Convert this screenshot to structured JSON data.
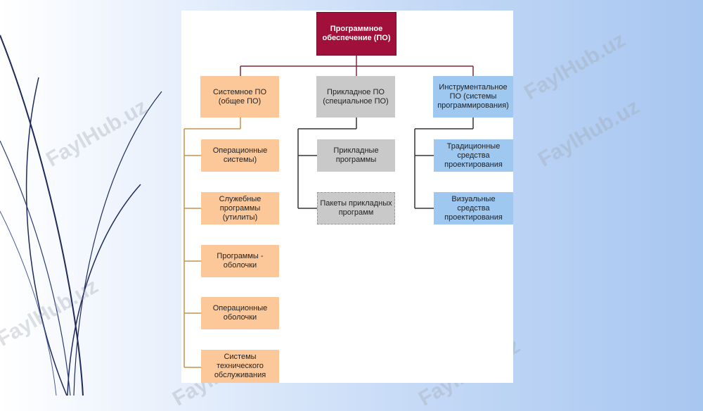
{
  "watermark": "FaylHub.uz",
  "root": "Программное обеспечение (ПО)",
  "categories": {
    "system": "Системное ПО (общее ПО)",
    "applied": "Прикладное ПО (специальное ПО)",
    "tools": "Инструментальное ПО (системы программирования)"
  },
  "system_items": [
    "Операционные системы)",
    "Служебные программы (утилиты)",
    "Программы - оболочки",
    "Операционные оболочки",
    "Системы технического обслуживания"
  ],
  "applied_items": [
    "Прикладные программы",
    "Пакеты прикладных программ"
  ],
  "tool_items": [
    "Традиционные средства проектирования",
    "Визуальные средства проектирования"
  ],
  "colors": {
    "root": "#a0103a",
    "system": "#fcc89a",
    "applied": "#c9c9c9",
    "tools": "#9fc8f0"
  }
}
